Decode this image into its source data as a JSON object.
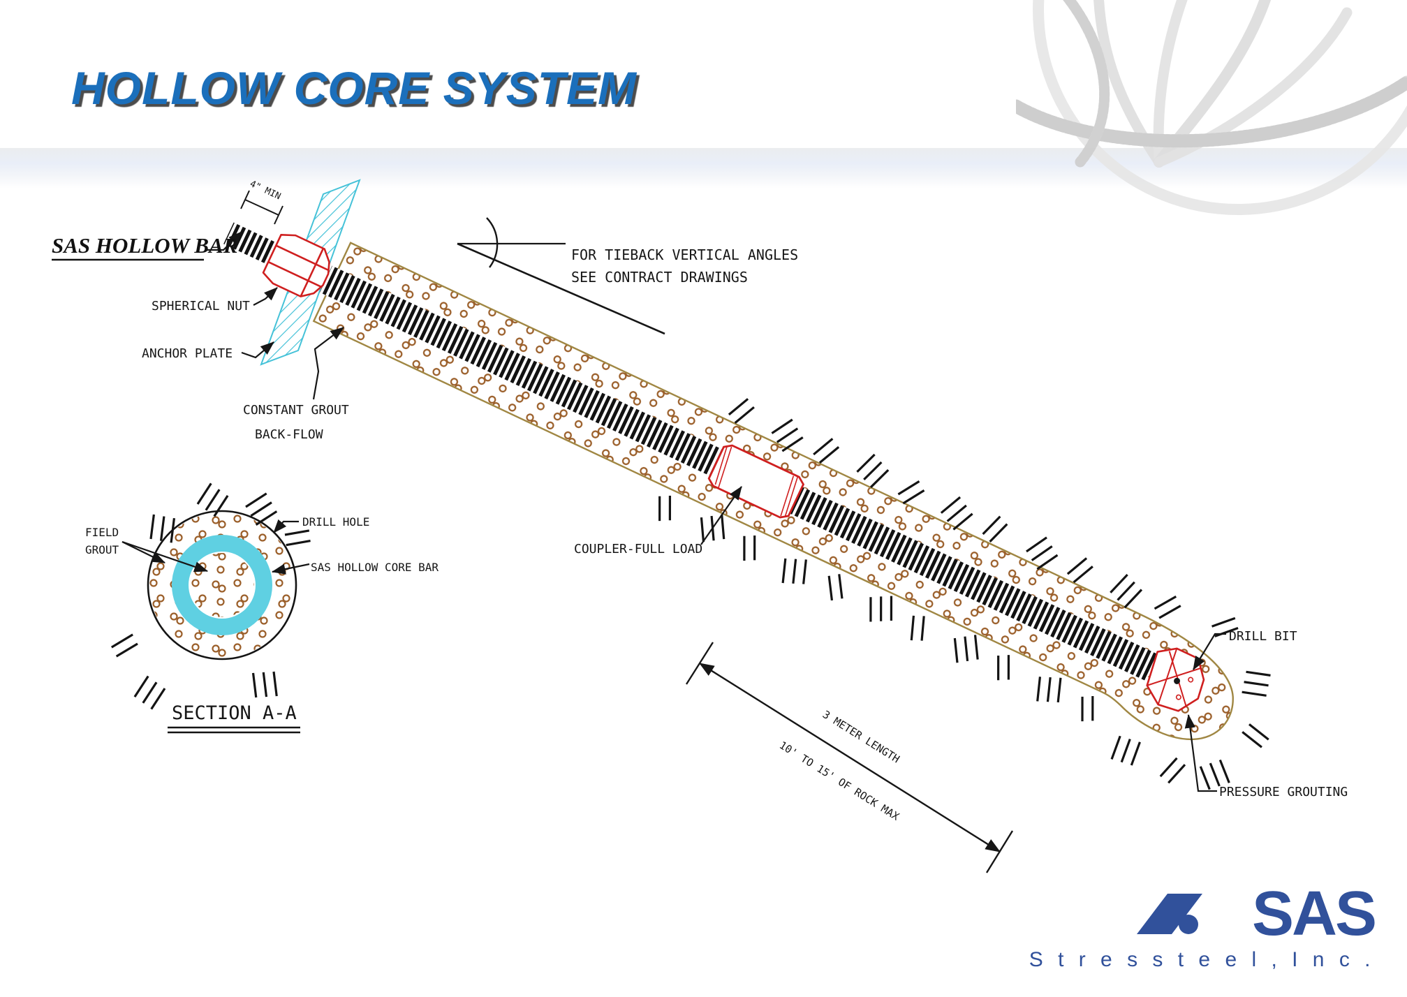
{
  "slide": {
    "title": "HOLLOW CORE SYSTEM"
  },
  "diagram": {
    "labels": {
      "sas_hollow_bar": "SAS HOLLOW BAR",
      "spherical_nut": "SPHERICAL NUT",
      "anchor_plate": "ANCHOR PLATE",
      "constant_grout_line1": "CONSTANT GROUT",
      "constant_grout_line2": "BACK-FLOW",
      "tieback_note_line1": "FOR TIEBACK VERTICAL ANGLES",
      "tieback_note_line2": "SEE CONTRACT DRAWINGS",
      "field_grout_line1": "FIELD",
      "field_grout_line2": "GROUT",
      "drill_hole": "DRILL HOLE",
      "sas_hollow_core_bar": "SAS HOLLOW CORE BAR",
      "section_title": "SECTION A-A",
      "coupler": "COUPLER-FULL LOAD",
      "drill_bit": "DRILL BIT",
      "pressure_grouting": "PRESSURE GROUTING",
      "dim_min_embed": "4\" MIN",
      "dim_length": "3 METER LENGTH",
      "dim_rock": "10' TO 15' OF ROCK MAX"
    },
    "colors": {
      "title_blue": "#1b6fbb",
      "line_black": "#161616",
      "hardware_red": "#cf1f1f",
      "plate_cyan": "#45c2d8",
      "bar_ring_cyan": "#5fd0e2",
      "drill_hole_tan": "#a08743",
      "grout_brown": "#9b5f2a",
      "logo_navy": "#31519b"
    }
  },
  "footer": {
    "logo_mark": "sas-slant-mark",
    "logo_sas": "SAS",
    "logo_company": "S t r e s s t e e l ,   I n c ."
  }
}
